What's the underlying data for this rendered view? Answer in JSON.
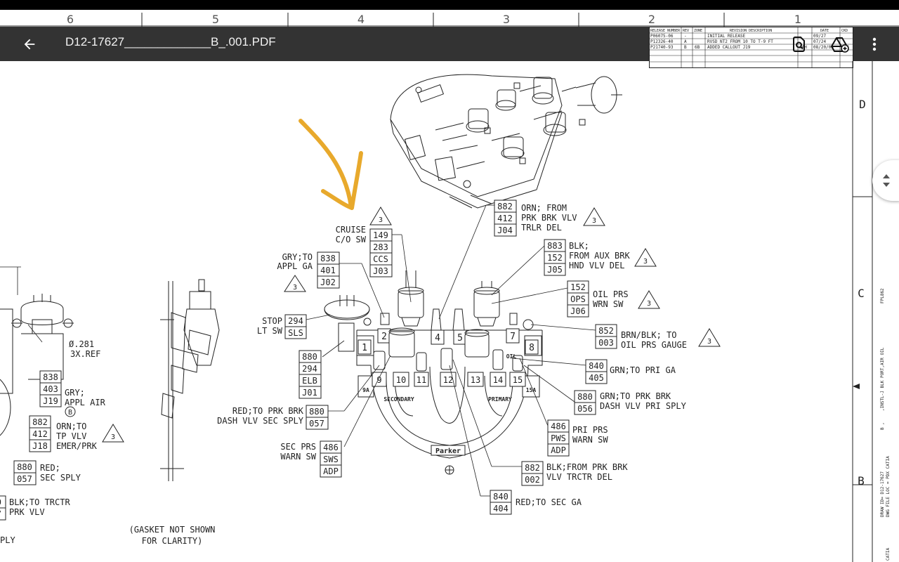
{
  "toolbar": {
    "title": "D12-17627_____________B_.001.PDF",
    "back_icon": "arrow-left-icon",
    "search_icon": "document-search-icon",
    "drive_icon": "add-to-drive-icon",
    "more_icon": "more-vert-icon",
    "background": "#333333"
  },
  "ruler": {
    "numbers": [
      "6",
      "5",
      "4",
      "3",
      "2",
      "1"
    ],
    "row_letters": [
      "D",
      "C",
      "B"
    ]
  },
  "revision_table": {
    "headers": [
      "RELEASE NUMBER",
      "REV",
      "ZONE",
      "REVISION DESCRIPTION",
      "",
      "DATE",
      "CKD"
    ],
    "rows": [
      [
        "P06075-06",
        "-",
        "",
        "INITIAL RELEASE",
        "",
        "09/27",
        ""
      ],
      [
        "P12326-40",
        "A",
        "",
        "RVSD NT2 FROM 10 TO T-9 FT",
        "",
        "07/24",
        ""
      ],
      [
        "P21740-93",
        "B",
        "6B",
        "ADDED CALLOUT J19",
        "JAH",
        "08/20/03",
        "JCG"
      ]
    ]
  },
  "callouts": {
    "cruise": {
      "label1": "CRUISE",
      "label2": "C/O SW",
      "rev": "3",
      "codes": [
        "149",
        "283",
        "CCS",
        "J03"
      ]
    },
    "gry": {
      "label1": "GRY;TO",
      "label2": "APPL GA",
      "rev": "3",
      "codes": [
        "838",
        "401",
        "J02"
      ]
    },
    "orn_top": {
      "label1": "ORN;  FROM",
      "label2": "PRK BRK VLV",
      "label3": "TRLR DEL",
      "rev": "3",
      "codes": [
        "882",
        "412",
        "J04"
      ]
    },
    "blk_aux": {
      "label1": "BLK;",
      "label2": "FROM AUX BRK",
      "label3": "HND VLV DEL",
      "rev": "3",
      "codes": [
        "883",
        "152",
        "J05"
      ]
    },
    "oil": {
      "label1": "OIL PRS",
      "label2": "WRN SW",
      "rev": "3",
      "codes": [
        "152",
        "OPS",
        "J06"
      ]
    },
    "stop": {
      "label1": "STOP",
      "label2": "LT SW",
      "codes": [
        "294",
        "SLS"
      ]
    },
    "brn": {
      "label1": "BRN/BLK; TO",
      "label2": "OIL PRS GAUGE",
      "rev": "3",
      "codes": [
        "852",
        "003"
      ]
    },
    "elb": {
      "codes": [
        "880",
        "294",
        "ELB",
        "J01"
      ]
    },
    "grn_pri_ga": {
      "label1": "GRN;TO PRI GA",
      "codes": [
        "840",
        "405"
      ]
    },
    "grn_prk": {
      "label1": "GRN;TO PRK BRK",
      "label2": "DASH VLV PRI SPLY",
      "codes": [
        "880",
        "056"
      ]
    },
    "red_prk": {
      "label1": "RED;TO PRK BRK",
      "label2": "DASH VLV SEC SPLY",
      "codes": [
        "880",
        "057"
      ]
    },
    "pri_prs": {
      "label1": "PRI PRS",
      "label2": "WARN SW",
      "codes": [
        "486",
        "PWS",
        "ADP"
      ]
    },
    "sec_prs": {
      "label1": "SEC PRS",
      "label2": "WARN SW",
      "codes": [
        "486",
        "SWS",
        "ADP"
      ]
    },
    "blk_trctr": {
      "label1": "BLK;FROM PRK BRK",
      "label2": "VLV TRCTR DEL",
      "codes": [
        "882",
        "002"
      ]
    },
    "red_sec_ga": {
      "label1": "RED;TO SEC GA",
      "codes": [
        "840",
        "404"
      ]
    }
  },
  "left_callouts": {
    "dim": {
      "label1": "Ø.281",
      "label2": "3X.REF"
    },
    "gry_appl": {
      "label1": "GRY;",
      "label2": "APPL AIR",
      "circle": "B",
      "codes": [
        "838",
        "403",
        "J19"
      ]
    },
    "orn_tp": {
      "label1": "ORN;TO",
      "label2": "TP VLV",
      "label3": "EMER/PRK",
      "rev": "3",
      "codes": [
        "882",
        "412",
        "J18"
      ]
    },
    "red_sec": {
      "label1": "RED;",
      "label2": "SEC SPLY",
      "codes": [
        "880",
        "057"
      ]
    },
    "blk_trctr": {
      "label1": "BLK;TO TRCTR",
      "label2": "PRK VLV",
      "codes": [
        "0",
        "7"
      ]
    },
    "sply": {
      "label1": "PLY"
    }
  },
  "gasket_note": {
    "line1": "(GASKET NOT SHOWN",
    "line2": "FOR CLARITY)"
  },
  "ports": [
    "1",
    "2",
    "4",
    "5",
    "7",
    "8",
    "9",
    "10",
    "11",
    "12",
    "13",
    "14",
    "15"
  ],
  "manifold_labels": {
    "secondary": "SECONDARY",
    "primary": "PRIMARY",
    "brand": "Parker",
    "p9a": "9A",
    "p15a": "15A",
    "oil": "OIL"
  },
  "title_block": {
    "text1": "FPL862",
    "text2": ",INSTL-J BLK PORT,AIR OIL",
    "text3": "B    ,",
    "text4": "DRAW ID= D12-17627",
    "text5": "DWG FILE LOC = PDX CATIA",
    "text6": "CATIA"
  },
  "annotation_color": "#E8A92C"
}
